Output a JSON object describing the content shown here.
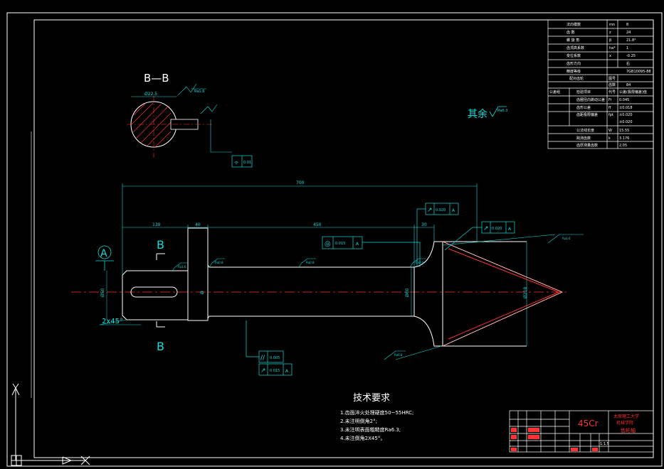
{
  "section_label": "B—B",
  "section_dim": "Ø22.5",
  "section_roughness": "Ra1.6",
  "section_flat_dim": "",
  "section_sym_tol": "0.01",
  "rest_roughness_label": "其余",
  "rest_roughness_value": "Ra6.3",
  "datum_label": "A",
  "section_mark": "B",
  "chamfer_left": "2x45°",
  "dims": {
    "overall": "700",
    "seg1": "130",
    "seg2": "40",
    "seg3": "450",
    "seg4": "30"
  },
  "tolerances": {
    "cyl": "0.015",
    "runout_top": "0.020",
    "runout_cone": "0.020",
    "parallel": "0.005",
    "runout_bottom": "0.015",
    "datum": "A"
  },
  "roughness_marks": [
    "Ra1.6",
    "Ra0.8",
    "Ra0.8",
    "Ra0.8",
    "Ra1.6",
    "Ra0.8"
  ],
  "tech_title": "技术要求",
  "tech_items": [
    "1.齿面淬火处理硬度50~55HRC;",
    "2.未注明倒角2°;",
    "3.未注明表面粗糙度Ra6.3;",
    "4.未注倒角2X45°。"
  ],
  "material": "45Cr",
  "school": "太原理工大学",
  "school_sub": "机械学院",
  "drawing_name": "齿轮轴",
  "scale": "1:1.5",
  "param_table": [
    [
      "法向模数",
      "mn",
      "8"
    ],
    [
      "齿    数",
      "z",
      "24"
    ],
    [
      "螺 旋 角",
      "β",
      "21.8°"
    ],
    [
      "齿顶高系数",
      "ha*",
      "1"
    ],
    [
      "变位系数",
      "x",
      "-0.25"
    ],
    [
      "齿形方向",
      "",
      "右"
    ],
    [
      "精度等级",
      "",
      "7GB10095-88"
    ]
  ],
  "param_table_lower": [
    [
      "配对齿轮",
      "图号",
      ""
    ],
    [
      "",
      "齿数",
      "84"
    ],
    [
      "公差组",
      "检验项目",
      "代号",
      "公差(极限偏差)值"
    ],
    [
      "",
      "齿圈径向跳动公差",
      "Fr",
      "0.045"
    ],
    [
      "",
      "齿形公差",
      "ff",
      "±0.018"
    ],
    [
      "",
      "齿距极限偏差",
      "fpt",
      "±0.020"
    ],
    [
      "",
      "",
      "",
      "±0.020"
    ],
    [
      "",
      "公法线长度",
      "W",
      "15.55"
    ],
    [
      "",
      "跨测齿数",
      "k",
      "3.176"
    ],
    [
      "",
      "齿厚测量齿数",
      "",
      "2.05"
    ]
  ]
}
